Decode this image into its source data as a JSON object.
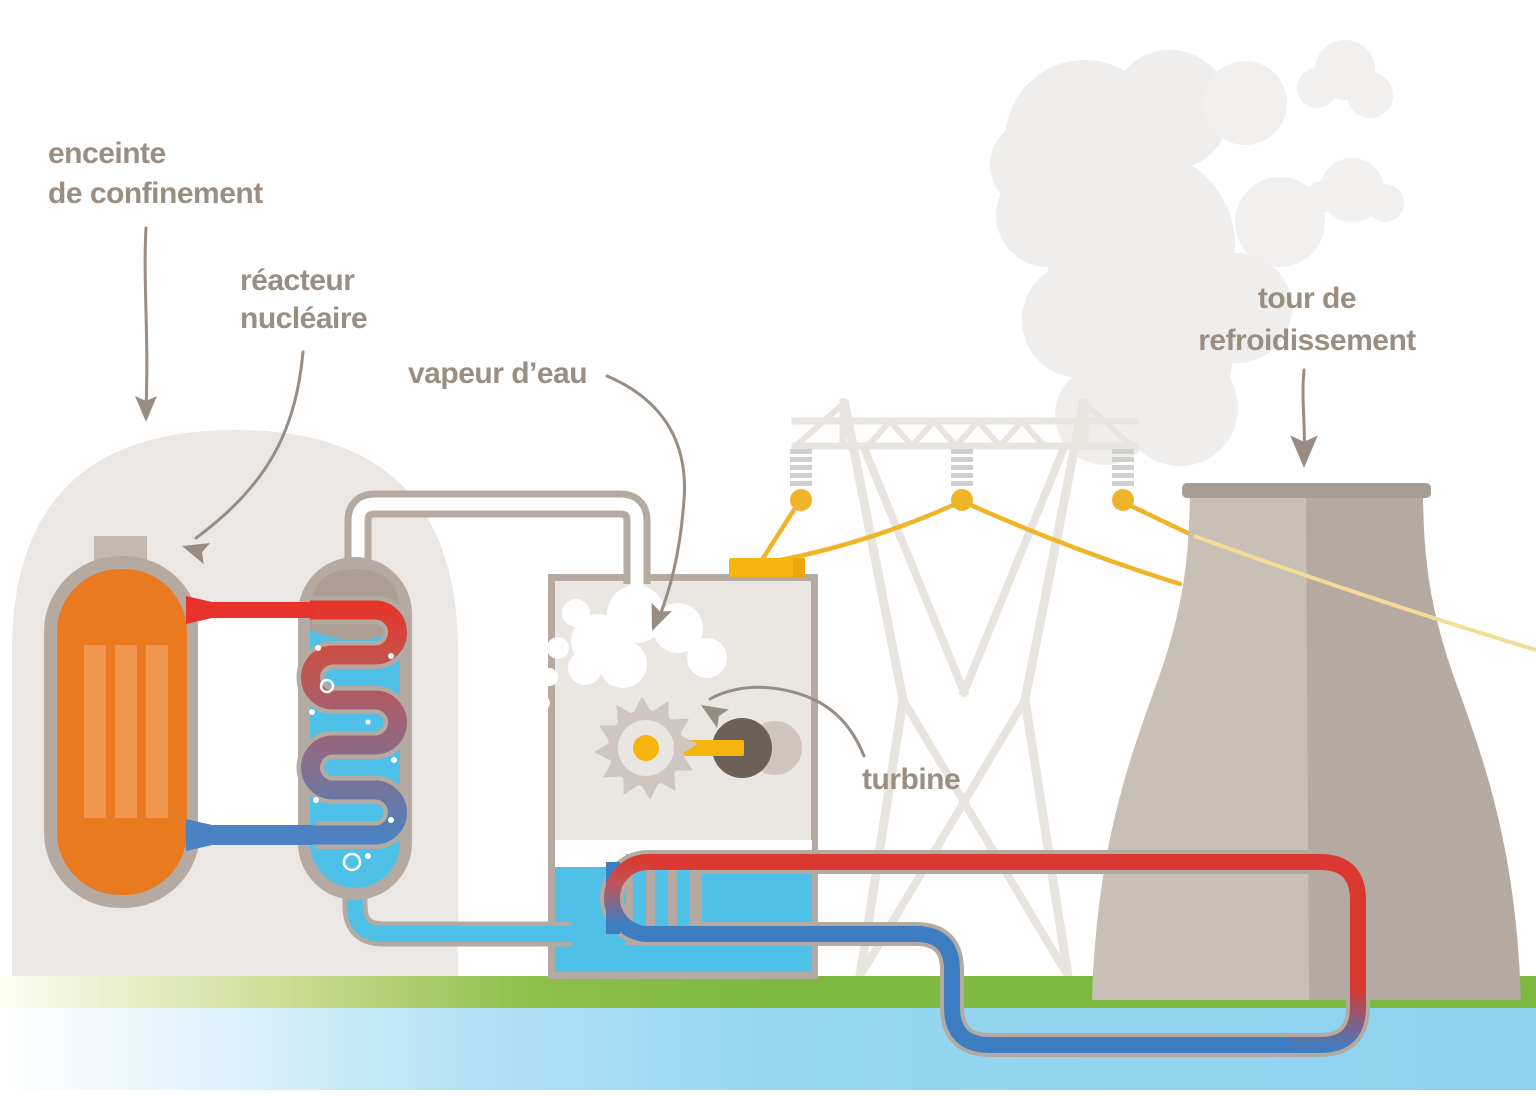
{
  "diagram": {
    "subject": "nuclear-power-plant-schematic",
    "labels": {
      "containment": {
        "line1": "enceinte",
        "line2": "de confinement"
      },
      "reactor": {
        "line1": "réacteur",
        "line2": "nucléaire"
      },
      "steam": {
        "text": "vapeur d’eau"
      },
      "turbine": {
        "text": "turbine"
      },
      "cooling_tower": {
        "line1": "tour de",
        "line2": "refroidissement"
      }
    },
    "colors": {
      "label_text": "#9a8e83",
      "arrow": "#988d84",
      "outline_taupe": "#b5aaa2",
      "containment_fill": "#eae7e4",
      "reactor_orange": "#ea7a1f",
      "fuel_rod_orange": "#f0964e",
      "vessel_cap_gray": "#c3b9af",
      "hot_red": "#e8332c",
      "loop_red": "#db3832",
      "cold_blue": "#4a82c4",
      "loop_blue": "#3d7ec3",
      "water_light_blue": "#4fc0e8",
      "electric_yellow": "#f6b40f",
      "wire_yellow": "#f0b428",
      "pylon_gray": "#e8e4e0",
      "tower_light": "#c8bfb7",
      "tower_dark": "#b5aaa1",
      "tower_rim": "#a89d94",
      "steam_cloud": "#efeeed",
      "grass_green": "#7db93e",
      "river_blue": "#8ed2ef"
    }
  }
}
